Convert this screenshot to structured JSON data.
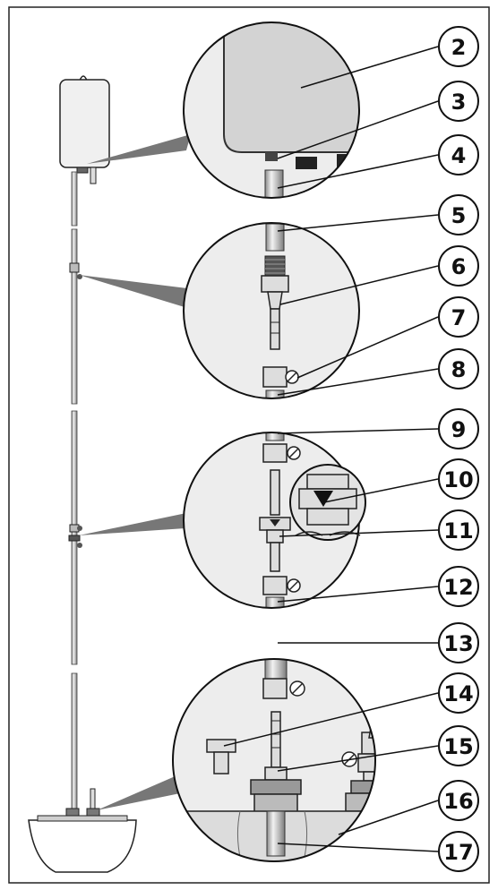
{
  "diagram": {
    "callouts": [
      {
        "label": "2"
      },
      {
        "label": "3"
      },
      {
        "label": "4"
      },
      {
        "label": "5"
      },
      {
        "label": "6"
      },
      {
        "label": "7"
      },
      {
        "label": "8"
      },
      {
        "label": "9"
      },
      {
        "label": "10"
      },
      {
        "label": "11"
      },
      {
        "label": "12"
      },
      {
        "label": "13"
      },
      {
        "label": "14"
      },
      {
        "label": "15"
      },
      {
        "label": "16"
      },
      {
        "label": "17"
      }
    ]
  }
}
